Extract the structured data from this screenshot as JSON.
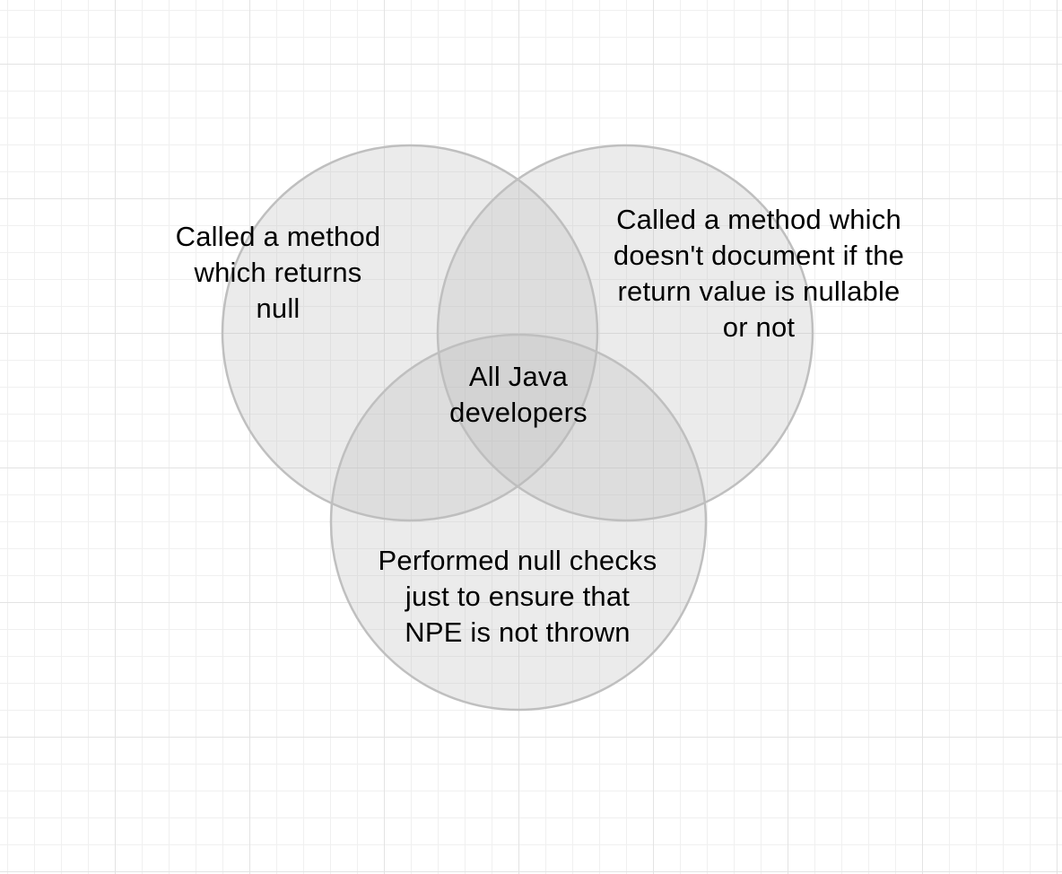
{
  "canvas": {
    "background_color": "#ffffff",
    "grid_minor_color": "#f0f0f0",
    "grid_major_color": "#e3e3e3"
  },
  "colors": {
    "circle_fill": "#bcbcbc",
    "circle_stroke": "#bfbfbf",
    "label_text": "#000000"
  },
  "diagram": {
    "type": "venn",
    "sets": [
      {
        "id": "left",
        "label": "Called a method\nwhich returns\nnull"
      },
      {
        "id": "right",
        "label": "Called a method which\ndoesn't document if the\nreturn value is nullable\nor not"
      },
      {
        "id": "bottom",
        "label": "Performed null checks\njust to ensure that\nNPE is not thrown"
      }
    ],
    "intersection": {
      "label": "All Java\ndevelopers"
    }
  }
}
